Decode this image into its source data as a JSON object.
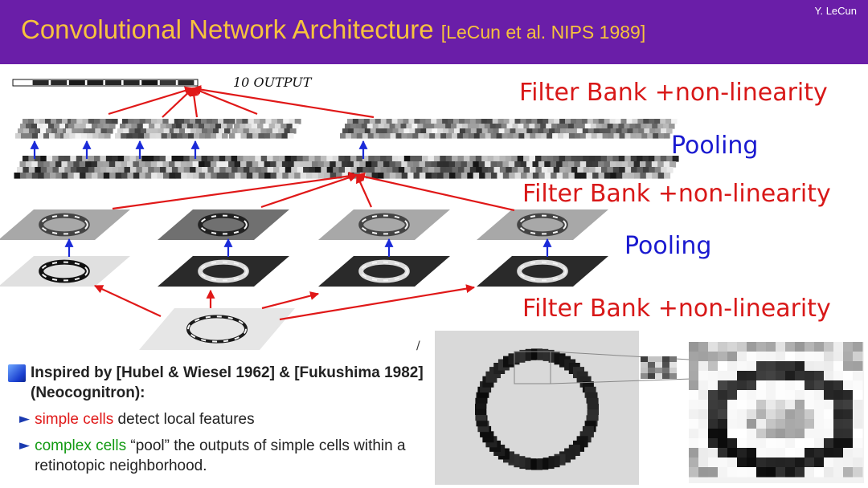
{
  "header": {
    "title": "Convolutional Network Architecture",
    "citation": "[LeCun et al. NIPS 1989]",
    "author": "Y. LeCun"
  },
  "diagram": {
    "output_label": "10 OUTPUT",
    "layer_labels": [
      "Filter Bank +non-linearity",
      "Pooling",
      "Filter Bank +non-linearity",
      "Pooling",
      "Filter Bank +non-linearity"
    ],
    "colors": {
      "arrow_red": "#e01818",
      "arrow_blue": "#1a2ad8",
      "header_bg": "#6a1ea8",
      "title": "#f7c23d"
    }
  },
  "bullets": {
    "main": "Inspired by [Hubel & Wiesel 1962] & [Fukushima 1982] (Neocognitron):",
    "items": [
      {
        "highlight": "simple cells",
        "rest": " detect local features"
      },
      {
        "highlight": "complex cells",
        "rest": " “pool” the outputs of simple cells within a retinotopic neighborhood."
      }
    ]
  }
}
